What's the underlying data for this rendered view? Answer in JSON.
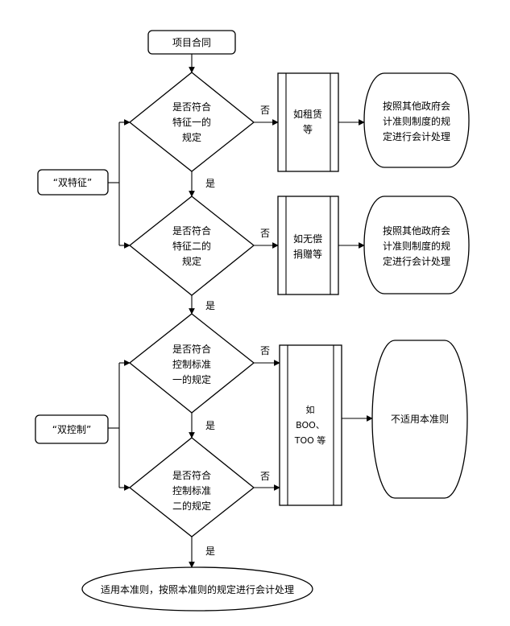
{
  "start": {
    "label": "项目合同"
  },
  "side_labels": {
    "features": "“双特征”",
    "control": "“双控制”"
  },
  "decisions": [
    {
      "lines": [
        "是否符合",
        "特征一的",
        "规定"
      ]
    },
    {
      "lines": [
        "是否符合",
        "特征二的",
        "规定"
      ]
    },
    {
      "lines": [
        "是否符合",
        "控制标准",
        "一的规定"
      ]
    },
    {
      "lines": [
        "是否符合",
        "控制标准",
        "二的规定"
      ]
    }
  ],
  "process_boxes": [
    {
      "lines": [
        "如租赁",
        "等"
      ]
    },
    {
      "lines": [
        "如无偿",
        "捐赠等"
      ]
    },
    {
      "lines": [
        "如",
        "BOO、",
        "TOO 等"
      ]
    }
  ],
  "outcomes": [
    {
      "lines": [
        "按照其他政府会",
        "计准则制度的规",
        "定进行会计处理"
      ]
    },
    {
      "lines": [
        "按照其他政府会",
        "计准则制度的规",
        "定进行会计处理"
      ]
    },
    {
      "lines": [
        "不适用本准则"
      ]
    }
  ],
  "edge_labels": {
    "yes": "是",
    "no": "否"
  },
  "end": {
    "label": "适用本准则，按照本准则的规定进行会计处理"
  }
}
